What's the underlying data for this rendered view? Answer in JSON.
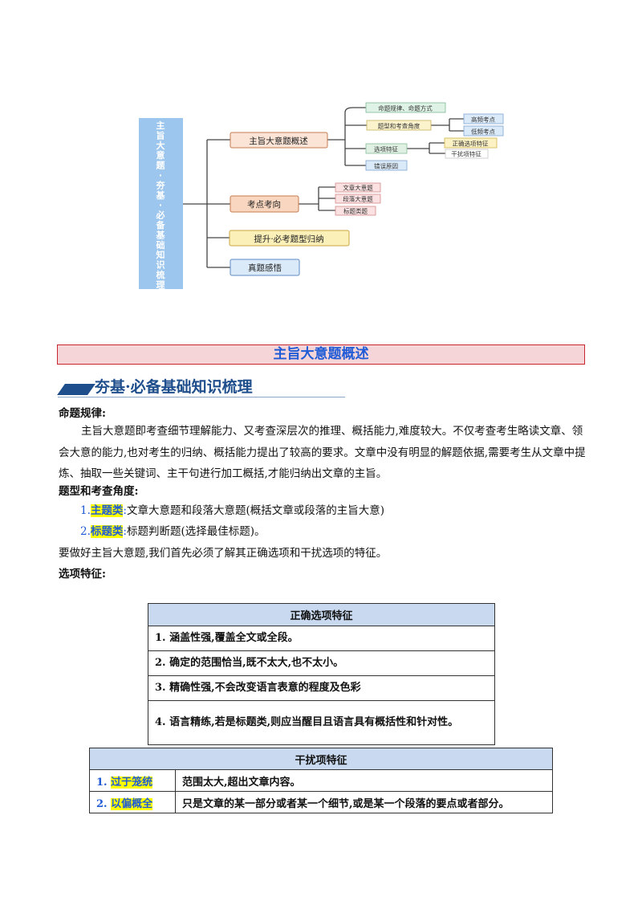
{
  "mindmap": {
    "root": "主旨大意题·夯基·必备基础知识梳理",
    "branches": [
      {
        "label": "主旨大意题概述",
        "fill": "#fbe3d6",
        "children": [
          {
            "label": "命题规律、命题方式",
            "fill": "#dff2e6"
          },
          {
            "label": "题型和考查角度",
            "fill": "#fbf3cc",
            "children": [
              {
                "label": "高频考点",
                "fill": "#dbeaf8"
              },
              {
                "label": "低频考点",
                "fill": "#dbeaf8"
              }
            ]
          },
          {
            "label": "选项特征",
            "fill": "#e0f1e4",
            "children": [
              {
                "label": "正确选项特征",
                "fill": "#fdf2c4"
              },
              {
                "label": "干扰项特征",
                "fill": "#ffffff"
              }
            ]
          },
          {
            "label": "错误原因",
            "fill": "#dbeaf8"
          }
        ]
      },
      {
        "label": "考点考向",
        "fill": "#f8d6bf",
        "children": [
          {
            "label": "文章大意题",
            "fill": "#fbe1e1"
          },
          {
            "label": "段落大意题",
            "fill": "#fbe1e1"
          },
          {
            "label": "标题类题",
            "fill": "#fbe1e1"
          }
        ]
      },
      {
        "label": "提升·必考题型归纳",
        "fill": "#fbf0b8"
      },
      {
        "label": "真题感悟",
        "fill": "#dbeaf8"
      }
    ],
    "colors": {
      "root": "#9dc6ee",
      "line": "#444444"
    }
  },
  "section_title": "主旨大意题概述",
  "banner": "夯基·必备基础知识梳理",
  "rule_heading": "命题规律:",
  "rule_paragraph": "主旨大意题即考查细节理解能力、又考查深层次的推理、概括能力,难度较大。不仅考查考生略读文章、领会大意的能力,也对考生的归纳、概括能力提出了较高的要求。文章中没有明显的解题依据,需要考生从文章中提炼、抽取一些关键词、主干句进行加工概括,才能归纳出文章的主旨。",
  "type_heading": "题型和考查角度:",
  "types": [
    {
      "num": "1.",
      "name": "主题类",
      "colon": ":",
      "desc": "文章大意题和段落大意题(概括文章或段落的主旨大意)"
    },
    {
      "num": "2.",
      "name": "标题类",
      "colon": ":",
      "desc": "标题判断题(选择最佳标题)。"
    }
  ],
  "type_note": "要做好主旨大意题,我们首先必须了解其正确选项和干扰选项的特征。",
  "feature_heading": "选项特征:",
  "correct_table": {
    "header": "正确选项特征",
    "rows": [
      "1. 涵盖性强,覆盖全文或全段。",
      "2. 确定的范围恰当,既不太大,也不太小。",
      "3. 精确性强,不会改变语言表意的程度及色彩",
      "4. 语言精练,若是标题类,则应当醒目且语言具有概括性和针对性。"
    ]
  },
  "distractor_table": {
    "header": "干扰项特征",
    "rows": [
      {
        "num": "1.",
        "name": "过于笼统",
        "desc": "范围太大,超出文章内容。"
      },
      {
        "num": "2.",
        "name": "以偏概全",
        "desc": "只是文章的某一部分或者某一个细节,或是某一个段落的要点或者部分。"
      }
    ]
  }
}
